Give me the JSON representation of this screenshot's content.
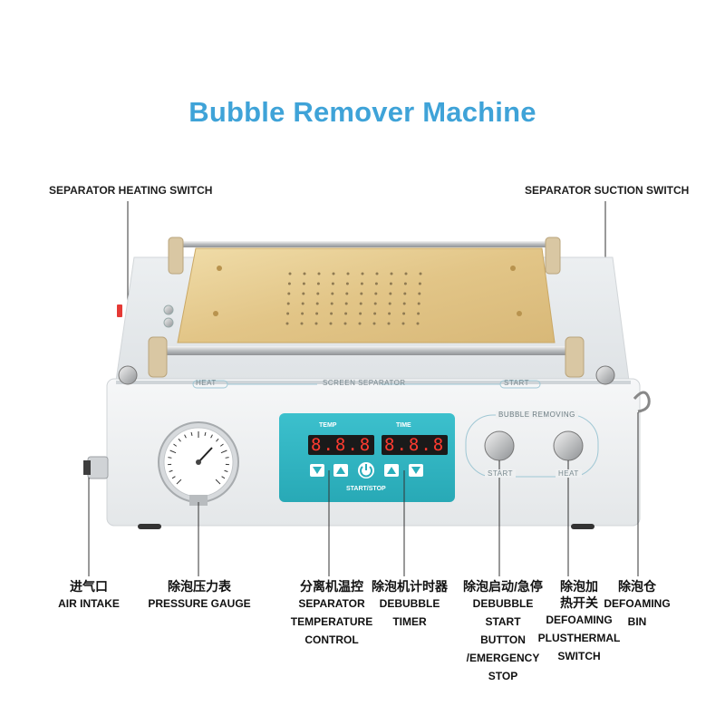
{
  "title": "Bubble Remover  Machine",
  "top_labels": {
    "left": "SEPARATOR HEATING SWITCH",
    "right": "SEPARATOR SUCTION SWITCH"
  },
  "panel": {
    "heat": "HEAT",
    "screen_separator": "SCREEN SEPARATOR",
    "start": "START",
    "temp": "TEMP",
    "time": "TIME",
    "display_temp": "8.8.8",
    "display_time": "8.8.8",
    "start_stop": "START/STOP",
    "bubble_removing": "BUBBLE REMOVING",
    "btn_start": "START",
    "btn_heat": "HEAT"
  },
  "captions": [
    {
      "zh": "进气口",
      "en": "AIR INTAKE"
    },
    {
      "zh": "除泡压力表",
      "en": "PRESSURE GAUGE"
    },
    {
      "zh": "分离机温控",
      "en": "SEPARATOR TEMPERATURE CONTROL"
    },
    {
      "zh": "除泡机计时器",
      "en": "DEBUBBLE TIMER"
    },
    {
      "zh": "除泡启动/急停",
      "en": "DEBUBBLE START BUTTON /EMERGENCY STOP"
    },
    {
      "zh": "除泡加热开关",
      "en": "DEFOAMING PLUSTHERMAL SWITCH"
    },
    {
      "zh": "除泡仓",
      "en": "DEFOAMING BIN"
    }
  ],
  "colors": {
    "title": "#3fa3d8",
    "panel_teal": "#2fb3c0",
    "gold_plate": "#e6cc8e",
    "body": "#f1f3f4"
  }
}
